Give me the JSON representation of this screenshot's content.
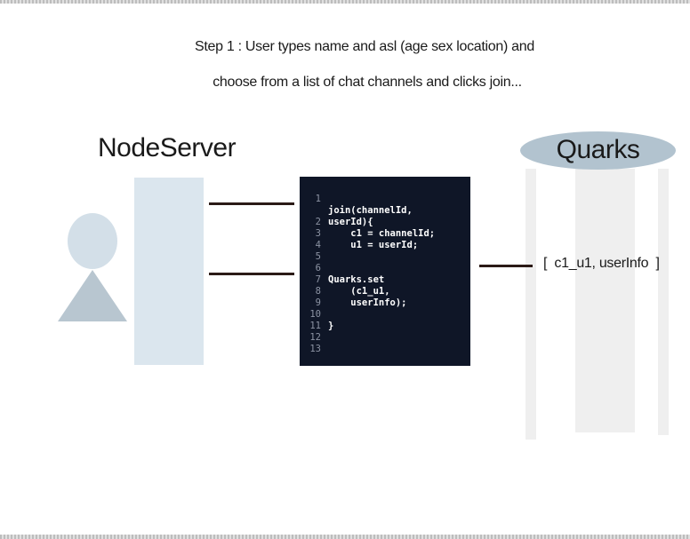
{
  "caption": {
    "line1": "Step 1 : User types name and asl (age sex location) and",
    "line2": "choose from a list of chat channels and  clicks join..."
  },
  "node_server": {
    "title": "NodeServer"
  },
  "code": {
    "lines": [
      {
        "num": "1",
        "text": "join(channelId,"
      },
      {
        "num": "",
        "text": "userId){"
      },
      {
        "num": "2",
        "text": "    c1 = channelId;"
      },
      {
        "num": "3",
        "text": "    u1 = userId;"
      },
      {
        "num": "4",
        "text": ""
      },
      {
        "num": "5",
        "text": ""
      },
      {
        "num": "6",
        "text": "Quarks.set"
      },
      {
        "num": "7",
        "text": "    (c1_u1,"
      },
      {
        "num": "8",
        "text": "    userInfo);"
      },
      {
        "num": "9",
        "text": ""
      },
      {
        "num": "10",
        "text": "}"
      },
      {
        "num": "11",
        "text": ""
      },
      {
        "num": "12",
        "text": ""
      },
      {
        "num": "13",
        "text": ""
      }
    ]
  },
  "quarks": {
    "title": "Quarks",
    "entry": "[  c1_u1, userInfo  ]"
  },
  "colors": {
    "code_background": "#0f1627",
    "connector": "#2b1a16",
    "quarks_cap": "#b2c3cf",
    "node_column": "#dbe6ee"
  }
}
